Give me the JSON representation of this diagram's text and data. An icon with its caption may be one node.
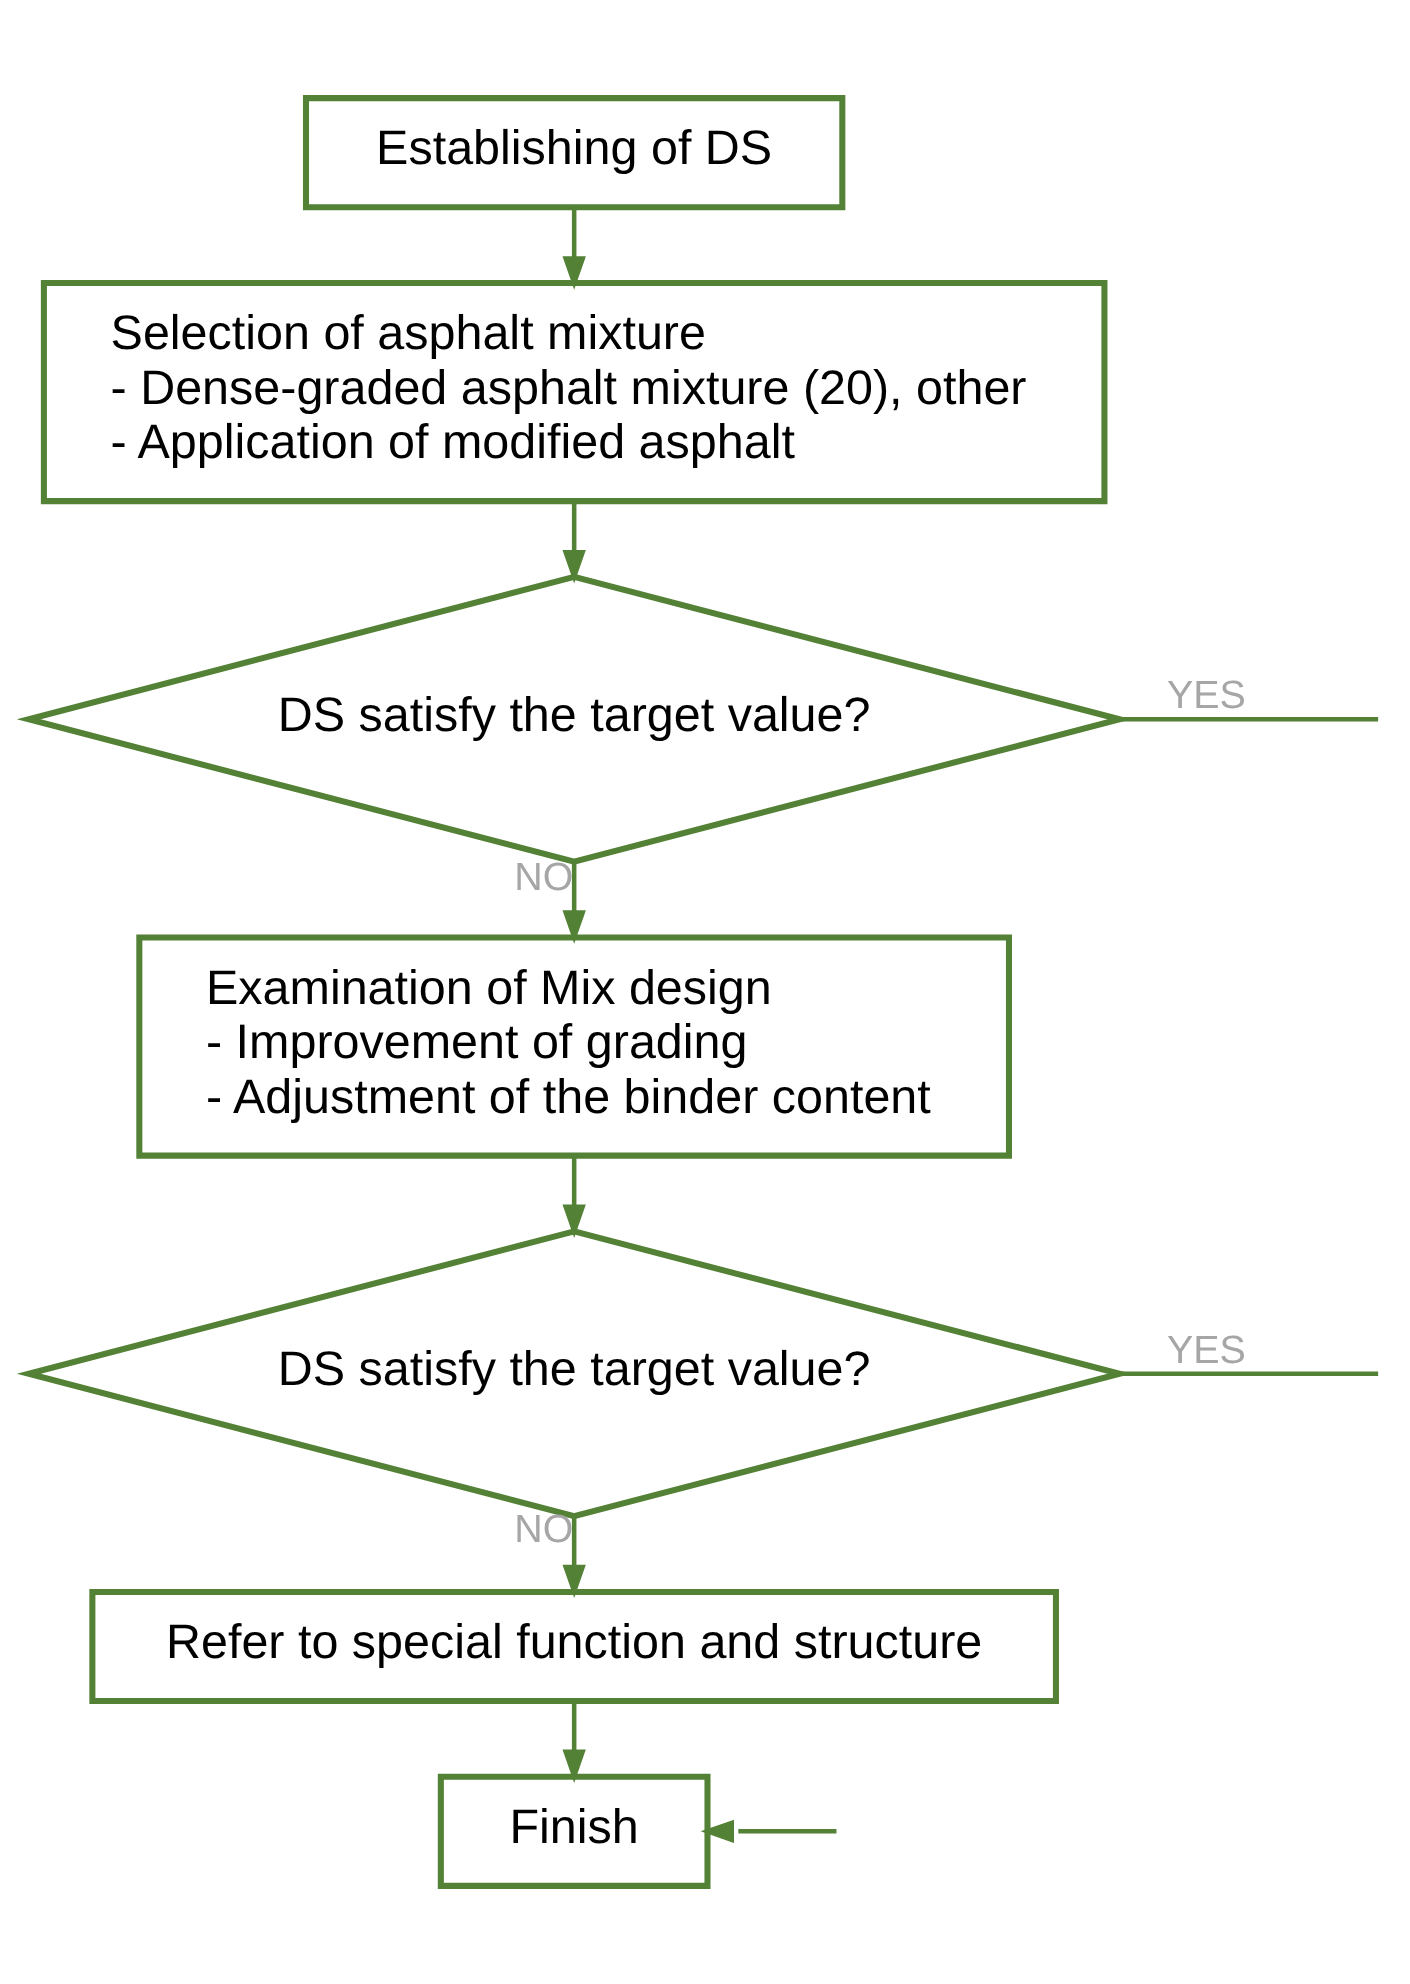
{
  "diagram": {
    "nodes": [
      {
        "text": [
          "Establishing of DS"
        ]
      },
      {
        "text": [
          "Selection of asphalt mixture",
          "- Dense-graded asphalt mixture (20), other",
          "- Application of modified asphalt"
        ]
      },
      {
        "text": [
          "DS satisfy the target value?"
        ]
      },
      {
        "text": [
          "Examination of Mix design",
          "- Improvement of grading",
          "- Adjustment of the binder content"
        ]
      },
      {
        "text": [
          "DS satisfy the target value?"
        ]
      },
      {
        "text": [
          "Refer to special function and structure"
        ]
      },
      {
        "text": [
          "Finish"
        ]
      }
    ],
    "edges": [
      {
        "from": 0,
        "to": 1,
        "arrow": "to"
      },
      {
        "from": 1,
        "to": 2,
        "arrow": "to"
      },
      {
        "from": 2,
        "to": 3,
        "arrow": "to",
        "label": "NO"
      },
      {
        "from": 2,
        "to": null,
        "arrow": "none",
        "label": "YES"
      },
      {
        "from": 3,
        "to": 4,
        "arrow": "to"
      },
      {
        "from": 4,
        "to": 5,
        "arrow": "to",
        "label": "NO"
      },
      {
        "from": 4,
        "to": null,
        "arrow": "none",
        "label": "YES"
      },
      {
        "from": 5,
        "to": 6,
        "arrow": "to"
      },
      {
        "from": null,
        "to": 6,
        "arrow": "to"
      }
    ]
  }
}
